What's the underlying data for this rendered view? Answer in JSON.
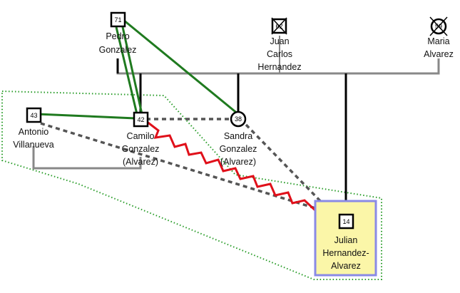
{
  "people": {
    "pedro": {
      "age": "71",
      "name": [
        "Pedro",
        "Gonzalez"
      ]
    },
    "juan": {
      "age": "62",
      "name": [
        "Juan",
        "Carlos",
        "Hernandez"
      ]
    },
    "maria": {
      "age": "59",
      "name": [
        "Maria",
        "Alvarez"
      ]
    },
    "antonio": {
      "age": "43",
      "name": [
        "Antonio",
        "Villanueva"
      ]
    },
    "camilo": {
      "age": "42",
      "name": [
        "Camilo",
        "Gonzalez",
        "(Alvarez)"
      ]
    },
    "sandra": {
      "age": "38",
      "name": [
        "Sandra",
        "Gonzalez",
        "(Alvarez)"
      ]
    },
    "julian": {
      "age": "14",
      "name": [
        "Julian",
        "Hernandez-",
        "Alvarez"
      ]
    }
  },
  "colors": {
    "line": "#000000",
    "union_line": "#888888",
    "close_relationship": "#1f7a1f",
    "conflict": "#e0101a",
    "distant": "#555555",
    "household": "#2a9d2a",
    "focus_fill": "#fbf6a8",
    "focus_border": "#8a8ae6"
  }
}
